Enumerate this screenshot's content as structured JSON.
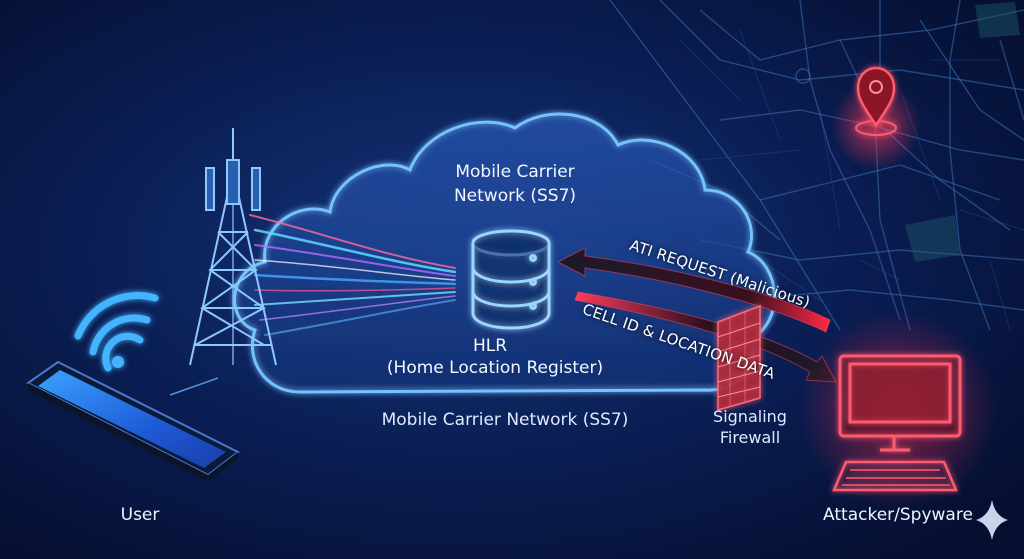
{
  "diagram": {
    "cloud_title": [
      "Mobile Carrier",
      "Network (SS7)"
    ],
    "hlr_name": "HLR",
    "hlr_full": "(Home Location Register)",
    "cloud_bottom_label": "Mobile Carrier Network (SS7)",
    "request_arrow_label": "ATI REQUEST (Malicious)",
    "response_arrow_label": "CELL ID & LOCATION DATA",
    "firewall_label": [
      "Signaling",
      "Firewall"
    ],
    "user_label": "User",
    "attacker_label": "Attacker/Spyware"
  },
  "colors": {
    "background": "#061236",
    "cloud_glow": "#5fb4ff",
    "device_glow": "#3fb0ff",
    "threat": "#ff3347",
    "map_lines": "#3b6fb5"
  },
  "icons": [
    "smartphone-icon",
    "wifi-signal-icon",
    "cell-tower-icon",
    "cloud-icon",
    "database-icon",
    "firewall-icon",
    "computer-monitor-icon",
    "keyboard-icon",
    "location-pin-icon",
    "sparkle-icon"
  ]
}
